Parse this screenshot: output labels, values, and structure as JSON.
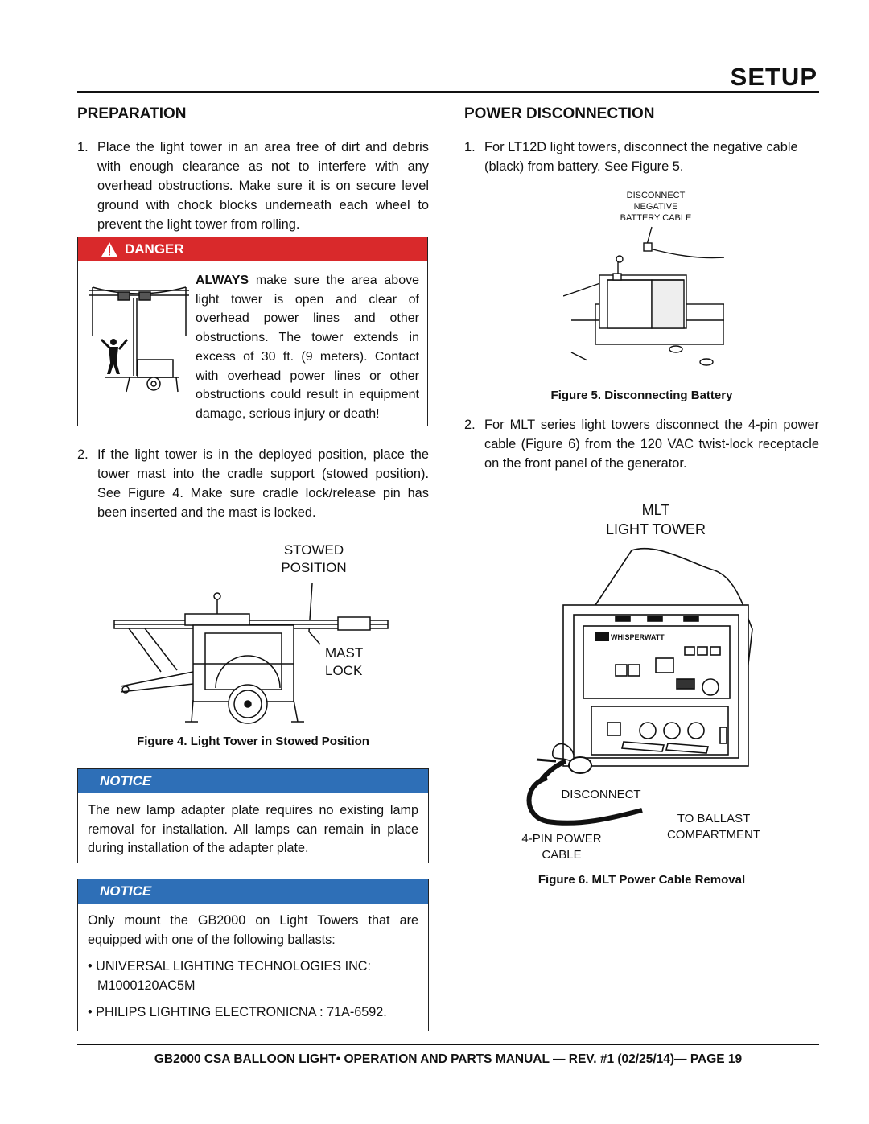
{
  "header": {
    "section_title": "SETUP"
  },
  "preparation": {
    "heading": "PREPARATION",
    "step1_num": "1.",
    "step1_text": "Place the light tower in an area free of dirt and debris with enough clearance as not to interfere with any overhead obstructions. Make sure it is on secure level ground with chock blocks underneath each wheel to prevent the light tower from rolling.",
    "danger_label": "DANGER",
    "danger_bold": "ALWAYS",
    "danger_text": " make sure the area above light tower is open and clear of overhead power lines and other obstructions. The tower extends in excess of 30 ft. (9 meters). Contact with overhead power lines or other obstructions could result in equipment damage, serious injury or death!",
    "step2_num": "2.",
    "step2_text": "If the light tower is in the deployed position,  place the tower mast into the cradle support (stowed position). See Figure 4. Make sure cradle lock/release pin has been inserted and the mast is locked.",
    "fig4_label_stowed_1": "STOWED",
    "fig4_label_stowed_2": "POSITION",
    "fig4_label_mast_1": "MAST",
    "fig4_label_mast_2": "LOCK",
    "fig4_caption": "Figure 4. Light Tower in Stowed Position",
    "notice1_label": "NOTICE",
    "notice1_text": "The new lamp adapter plate requires no existing lamp removal for installation. All lamps can remain in place during installation of the adapter plate.",
    "notice2_label": "NOTICE",
    "notice2_text": "Only mount the GB2000 on Light Towers that are equipped with one of the following ballasts:",
    "notice2_bullet1": "• UNIVERSAL LIGHTING TECHNOLOGIES INC: M1000120AC5M",
    "notice2_bullet2": "• PHILIPS LIGHTING ELECTRONICNA : 71A-6592."
  },
  "power": {
    "heading": "POWER DISCONNECTION",
    "step1_num": "1.",
    "step1_text": "For LT12D light towers, disconnect the negative cable (black) from battery. See Figure 5.",
    "fig5_label_1": "DISCONNECT",
    "fig5_label_2": "NEGATIVE",
    "fig5_label_3": "BATTERY CABLE",
    "fig5_caption": "Figure 5. Disconnecting Battery",
    "step2_num": "2.",
    "step2_text": "For MLT series light towers disconnect the 4-pin power cable (Figure 6) from the 120 VAC twist-lock receptacle on the front panel of the generator.",
    "fig6_title_1": "MLT",
    "fig6_title_2": "LIGHT TOWER",
    "fig6_brand": "WHISPERWATT",
    "fig6_label_disconnect": "DISCONNECT",
    "fig6_label_ballast_1": "TO BALLAST",
    "fig6_label_ballast_2": "COMPARTMENT",
    "fig6_label_cable_1": "4-PIN POWER",
    "fig6_label_cable_2": "CABLE",
    "fig6_caption": "Figure 6. MLT Power Cable Removal"
  },
  "footer": {
    "text": "GB2000 CSA BALLOON LIGHT• OPERATION AND PARTS MANUAL — REV. #1 (02/25/14)— PAGE 19"
  }
}
